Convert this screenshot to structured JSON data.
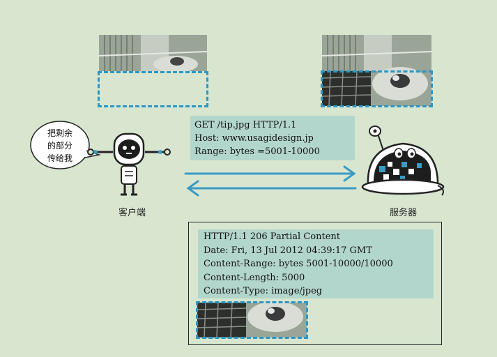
{
  "request": {
    "lines": [
      "GET /tip.jpg HTTP/1.1",
      "Host: www.usagidesign.jp",
      "Range: bytes =5001-10000"
    ]
  },
  "response": {
    "lines": [
      "HTTP/1.1 206 Partial Content",
      "Date: Fri, 13 Jul 2012 04:39:17 GMT",
      "Content-Range: bytes 5001-10000/10000",
      "Content-Length: 5000",
      "Content-Type: image/jpeg"
    ]
  },
  "client": {
    "label": "客户端",
    "speech": [
      "把剩余",
      "的部分",
      "传给我"
    ]
  },
  "server": {
    "label": "服务器"
  },
  "colors": {
    "background": "#d8e6d0",
    "highlight": "#b3d6cc",
    "arrow": "#3a9bc4",
    "dash": "#2b96c4"
  }
}
